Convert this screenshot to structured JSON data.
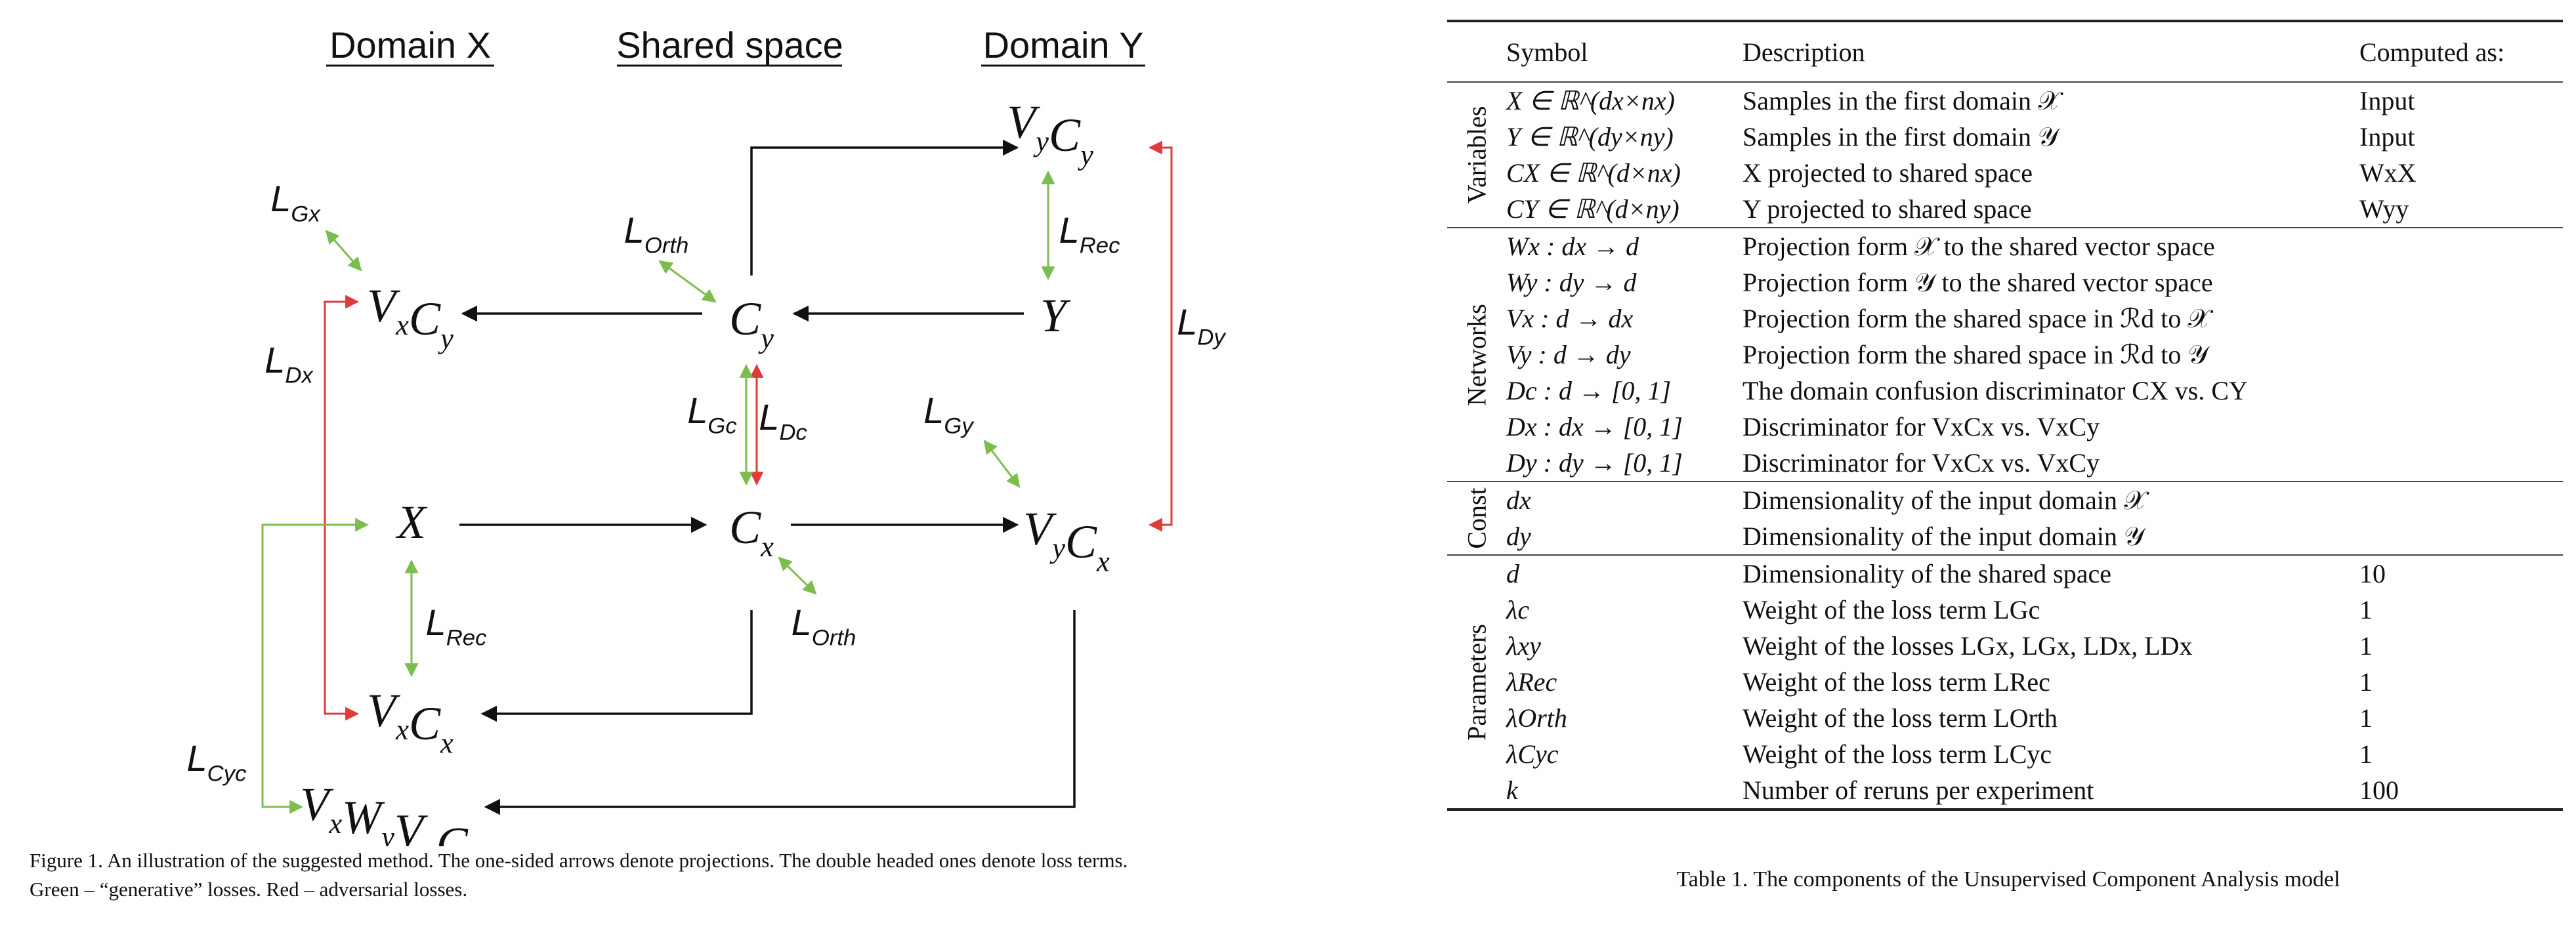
{
  "figure": {
    "headers": {
      "domain_x": "Domain X",
      "shared": "Shared space",
      "domain_y": "Domain Y"
    },
    "nodes": {
      "vycy": "VyCy",
      "vxcy": "VxCy",
      "cy": "Cy",
      "y": "Y",
      "x": "X",
      "cx": "Cx",
      "vycx": "VyCx",
      "vxcx": "VxCx",
      "vxwyvycx": "VxWyVyCx"
    },
    "loss_labels": {
      "lgx": "LGx",
      "ldx": "LDx",
      "lorth_top": "LOrth",
      "lrec_y": "LRec",
      "ldy": "LDy",
      "lgc": "LGc",
      "ldc": "LDc",
      "lgy": "LGy",
      "lrec_x": "LRec",
      "lorth_bottom": "LOrth",
      "lcyc": "LCyc"
    },
    "colors": {
      "projection": "#111111",
      "generative": "#7cbd4f",
      "adversarial": "#e03a3a"
    },
    "caption_line1": "Figure 1. An illustration of the suggested method. The one-sided arrows denote projections. The double headed ones denote loss terms.",
    "caption_line2": "Green – “generative” losses. Red – adversarial losses."
  },
  "table": {
    "headers": {
      "symbol": "Symbol",
      "description": "Description",
      "computed": "Computed as:"
    },
    "groups": {
      "variables": "Variables",
      "networks": "Networks",
      "const": "Const",
      "parameters": "Parameters"
    },
    "variables": [
      {
        "symbol": "X ∈ ℝ^(dx×nx)",
        "description": "Samples in the first domain 𝒳",
        "computed": "Input"
      },
      {
        "symbol": "Y ∈ ℝ^(dy×ny)",
        "description": "Samples in the first domain 𝒴",
        "computed": "Input"
      },
      {
        "symbol": "CX ∈ ℝ^(d×nx)",
        "description": "X projected to shared space",
        "computed": "WxX"
      },
      {
        "symbol": "CY ∈ ℝ^(d×ny)",
        "description": "Y projected to shared space",
        "computed": "Wyy"
      }
    ],
    "networks": [
      {
        "symbol": "Wx : dx → d",
        "description": "Projection form 𝒳 to the shared vector space",
        "computed": ""
      },
      {
        "symbol": "Wy : dy → d",
        "description": "Projection form 𝒴 to the shared vector space",
        "computed": ""
      },
      {
        "symbol": "Vx : d → dx",
        "description": "Projection form the shared space in ℛd to 𝒳",
        "computed": ""
      },
      {
        "symbol": "Vy : d → dy",
        "description": "Projection form the shared space in ℛd to 𝒴",
        "computed": ""
      },
      {
        "symbol": "Dc : d → [0, 1]",
        "description": "The domain confusion discriminator CX vs. CY",
        "computed": ""
      },
      {
        "symbol": "Dx : dx → [0, 1]",
        "description": "Discriminator for VxCx vs. VxCy",
        "computed": ""
      },
      {
        "symbol": "Dy : dy → [0, 1]",
        "description": "Discriminator for VxCx vs. VxCy",
        "computed": ""
      }
    ],
    "const": [
      {
        "symbol": "dx",
        "description": "Dimensionality of the input domain 𝒳",
        "computed": ""
      },
      {
        "symbol": "dy",
        "description": "Dimensionality of the input domain 𝒴",
        "computed": ""
      }
    ],
    "parameters": [
      {
        "symbol": "d",
        "description": "Dimensionality of the shared space",
        "computed": "10"
      },
      {
        "symbol": "λc",
        "description": "Weight of the loss term LGc",
        "computed": "1"
      },
      {
        "symbol": "λxy",
        "description": "Weight of the losses LGx, LGx, LDx, LDx",
        "computed": "1"
      },
      {
        "symbol": "λRec",
        "description": "Weight of the loss term LRec",
        "computed": "1"
      },
      {
        "symbol": "λOrth",
        "description": "Weight of the loss term LOrth",
        "computed": "1"
      },
      {
        "symbol": "λCyc",
        "description": "Weight of the loss term LCyc",
        "computed": "1"
      },
      {
        "symbol": "k",
        "description": "Number of reruns per experiment",
        "computed": "100"
      }
    ],
    "caption": "Table 1. The components of the Unsupervised Component Analysis model"
  }
}
